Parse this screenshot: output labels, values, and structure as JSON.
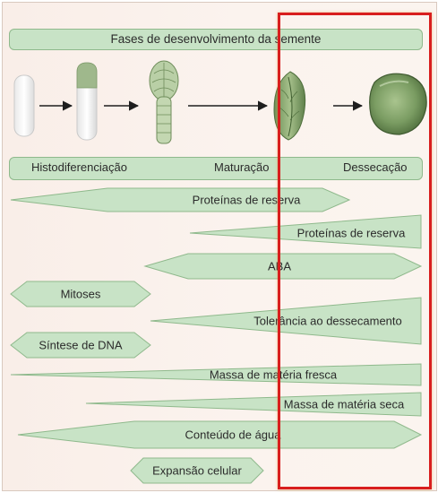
{
  "header": {
    "title": "Fases de desenvolvimento da semente"
  },
  "stages": {
    "histodiferenciacao": "Histodiferenciação",
    "maturacao": "Maturação",
    "dessecacao": "Dessecação"
  },
  "bands": [
    {
      "id": "proteinas-de-reserva-1",
      "label": "Proteínas de reserva"
    },
    {
      "id": "proteinas-de-reserva-2",
      "label": "Proteínas de reserva"
    },
    {
      "id": "aba",
      "label": "ABA"
    },
    {
      "id": "mitoses",
      "label": "Mitoses"
    },
    {
      "id": "tolerancia-ao-dessecamento",
      "label": "Tolerância ao dessecamento"
    },
    {
      "id": "sintese-de-dna",
      "label": "Síntese de DNA"
    },
    {
      "id": "massa-de-materia-fresca",
      "label": "Massa de matéria fresca"
    },
    {
      "id": "massa-de-materia-seca",
      "label": "Massa de matéria seca"
    },
    {
      "id": "conteudo-de-agua",
      "label": "Conteúdo de água"
    },
    {
      "id": "expansao-celular",
      "label": "Expansão celular"
    }
  ],
  "colors": {
    "band_fill": "#c8e3c6",
    "band_stroke": "#8fb98c",
    "highlight_box": "#d81e1e"
  },
  "icons": [
    "embryo-stage-1-icon",
    "embryo-stage-2-icon",
    "embryo-stage-3-icon",
    "embryo-stage-4-icon",
    "seed-icon"
  ]
}
